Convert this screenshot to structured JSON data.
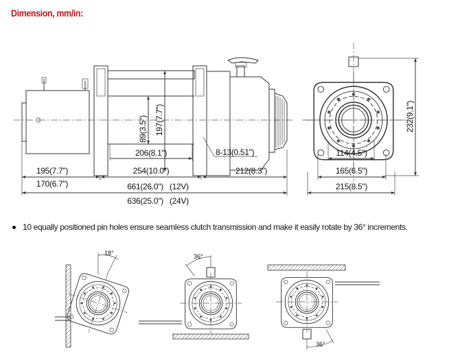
{
  "title": "Dimension, mm/in:",
  "dimensions": {
    "drum_inner_dia": "89(3.5\")",
    "flange_dia": "197(7.7\")",
    "drum_length": "206(8.1\")",
    "bolt_spec": "8-13(0.51\")",
    "motor_length_12v": "195(7.7\")",
    "motor_length_24v": "170(6.7\")",
    "drum_section": "254(10.0\")",
    "gearbox_section": "212(8.3\")",
    "total_12v": "661(26.0\")   (12V)",
    "total_24v": "636(25.0\")   (24V)",
    "height": "232(9.1\")",
    "bolt_spacing_inner": "114(4.5\")",
    "bolt_spacing_outer": "165(6.5\")",
    "width": "215(8.5\")"
  },
  "note": "10 equally positioned pin holes ensure seamless clutch transmission and make it easily rotate by 36° increments.",
  "mounting_views": [
    {
      "orientation": "wall-mount",
      "angle": "18°"
    },
    {
      "orientation": "floor-mount",
      "angle": "36°"
    },
    {
      "orientation": "ceiling-mount",
      "angle": "36°"
    }
  ]
}
